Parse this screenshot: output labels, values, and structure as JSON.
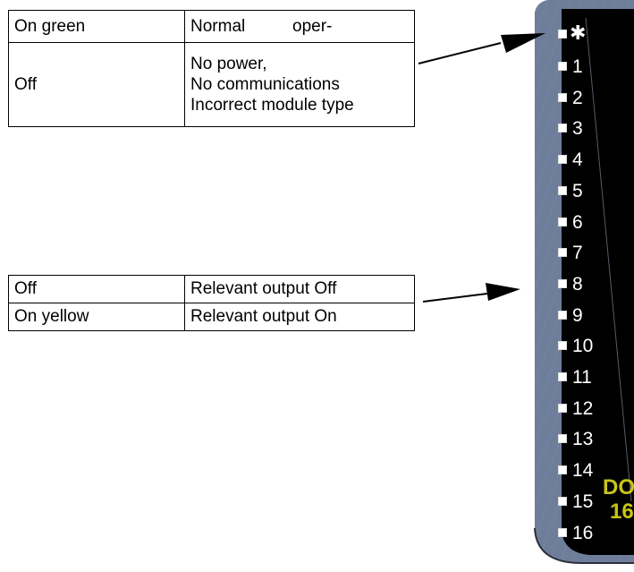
{
  "status_table": {
    "rows": [
      {
        "state": "On green",
        "meaning": "Normal          oper-"
      },
      {
        "state": "Off",
        "meaning_lines": [
          "No power,",
          "No communications",
          "Incorrect module type"
        ]
      }
    ]
  },
  "output_table": {
    "rows": [
      {
        "state": "Off",
        "meaning": "Relevant output Off"
      },
      {
        "state": "On yellow",
        "meaning": "Relevant output On"
      }
    ]
  },
  "module": {
    "status_symbol": "✱",
    "channels": [
      "1",
      "2",
      "3",
      "4",
      "5",
      "6",
      "7",
      "8",
      "9",
      "10",
      "11",
      "12",
      "13",
      "14",
      "15",
      "16"
    ],
    "title_line1": "DO",
    "title_line2": "16",
    "colors": {
      "panel_side": "#6e7d9a",
      "panel_face": "#000000",
      "title": "#c8c418"
    }
  }
}
